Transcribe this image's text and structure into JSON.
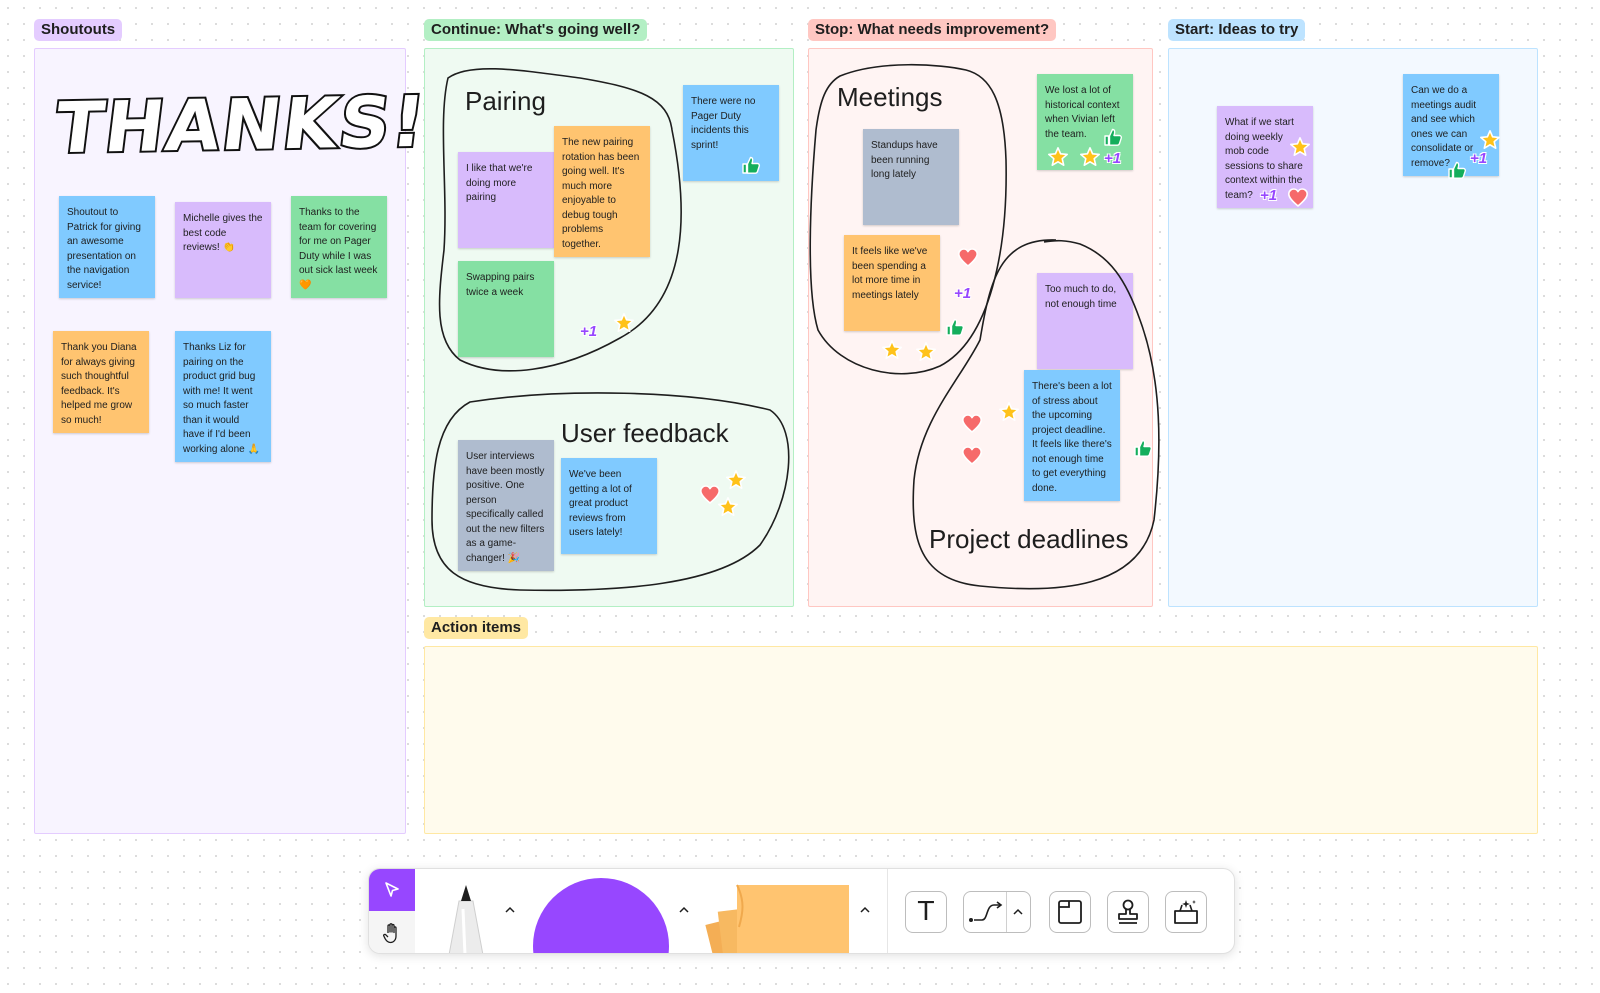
{
  "sections": {
    "shoutouts": {
      "label": "Shoutouts",
      "label_bg": "#e4ccff",
      "bg": "#f8f4ff",
      "border": "#e4ccff"
    },
    "continue": {
      "label": "Continue: What's going well?",
      "label_bg": "#b3efc4",
      "bg": "#effaf2",
      "border": "#b3efc4"
    },
    "stop": {
      "label": "Stop: What needs improvement?",
      "label_bg": "#ffc7c2",
      "bg": "#fff4f3",
      "border": "#ffc7c2"
    },
    "start": {
      "label": "Start: Ideas to try",
      "label_bg": "#bde3ff",
      "bg": "#f3f9ff",
      "border": "#bde3ff"
    },
    "action": {
      "label": "Action items",
      "label_bg": "#ffe8a3",
      "bg": "#fffbed",
      "border": "#ffe8a3"
    }
  },
  "thanks_art": "THANKS!",
  "shoutout_stickies": [
    "Shoutout to Patrick for giving an awesome presentation on the navigation service!",
    "Michelle gives the best code reviews! 👏",
    "Thanks to the team for covering for me on Pager Duty while I was out sick last week 🧡",
    "Thank you Diana for always giving such thoughtful feedback. It's helped me grow so much!",
    "Thanks Liz for pairing on the product grid bug with me! It went so much faster than it would have if I'd been working alone 🙏"
  ],
  "continue_board": {
    "pairing_title": "Pairing",
    "pairing_stickies": [
      "I like that we're doing more pairing",
      "The new pairing rotation has been going well. It's much more enjoyable to debug tough problems together.",
      "Swapping pairs twice a week"
    ],
    "pager_sticky": "There were no Pager Duty incidents this sprint!",
    "feedback_title": "User feedback",
    "feedback_stickies": [
      "User interviews have been mostly positive. One person specifically called out the new filters as a game-changer! 🎉",
      "We've been getting a lot of great product reviews from users lately!"
    ],
    "plus_one": "+1"
  },
  "stop_board": {
    "meetings_title": "Meetings",
    "meetings_stickies": [
      "Standups have been running long lately",
      "It feels like we've been spending a lot more time in meetings lately"
    ],
    "context_sticky": "We lost a lot of historical context when Vivian left the team.",
    "deadlines_title": "Project deadlines",
    "deadline_stickies": [
      "Too much to do, not enough time",
      "There's been a lot of stress about the upcoming project deadline. It feels like there's not enough time to get everything done."
    ],
    "plus_one": "+1"
  },
  "start_board": {
    "stickies": [
      "What if we start doing weekly mob code sessions to share context within the team?",
      "Can we do a meetings audit and see which ones we can consolidate or remove?"
    ],
    "plus_one": "+1"
  },
  "toolbar": {
    "tools": [
      "pointer-tool",
      "hand-tool",
      "marker-tool",
      "shape-tool",
      "sticky-tool",
      "text-tool",
      "connector-tool",
      "section-tool",
      "stamp-tool",
      "widgets-tool"
    ],
    "text_tool_glyph": "T",
    "accent": "#9747ff",
    "sticky_color": "#ffc470"
  },
  "colors": {
    "sticky_blue": "#80caff",
    "sticky_purple": "#d8bbfc",
    "sticky_green": "#85e0a3",
    "sticky_orange": "#ffc470",
    "sticky_gray": "#afbccf",
    "star": "#ffc21a",
    "heart": "#f24822",
    "thumb": "#14ae5c"
  }
}
